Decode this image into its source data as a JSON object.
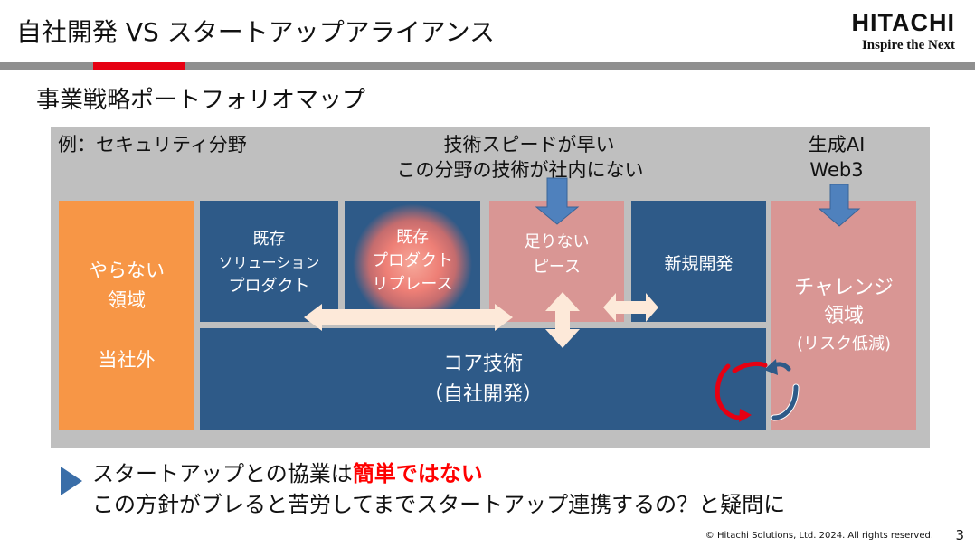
{
  "header": {
    "title": "自社開発 VS スタートアップアライアンス",
    "logo_main": "HITACHI",
    "logo_sub": "Inspire the Next"
  },
  "section_title": "事業戦略ポートフォリオマップ",
  "diagram": {
    "example_label": "例：セキュリティ分野",
    "note_center": [
      "技術スピードが早い",
      "この分野の技術が社内にない"
    ],
    "note_right": [
      "生成AI",
      "Web3"
    ],
    "outside": [
      "やらない",
      "領域",
      "",
      "当社外"
    ],
    "existing_solution": [
      "既存",
      "ソリューション",
      "プロダクト"
    ],
    "existing_product": [
      "既存",
      "プロダクト",
      "リプレース"
    ],
    "missing_piece": [
      "足りない",
      "ピース"
    ],
    "new_dev": [
      "新規開発"
    ],
    "challenge": [
      "チャレンジ",
      "領域",
      "(リスク低減)"
    ],
    "core": [
      "コア技術",
      "（自社開発）"
    ]
  },
  "bullet": {
    "line1_prefix": "スタートアップとの協業は",
    "line1_emphasis": "簡単ではない",
    "line2": "この方針がブレると苦労してまでスタートアップ連携するの？と疑問に"
  },
  "footer": {
    "copyright": "© Hitachi Solutions, Ltd. 2024. All rights reserved.",
    "page": "3"
  },
  "colors": {
    "accent_red": "#e60012",
    "navy": "#2e5a88",
    "orange": "#f79646",
    "pink": "#d99694",
    "panel_gray": "#bfbfbf",
    "arrow_blue": "#4f81bd",
    "arrow_cream": "#fde9d9",
    "emphasis_red": "#ff0000"
  },
  "icons": {
    "bullet": "triangle-right-icon",
    "down_arrow": "down-arrow-icon",
    "double_arrow": "double-arrow-icon",
    "cycle": "cycle-arrows-icon"
  }
}
